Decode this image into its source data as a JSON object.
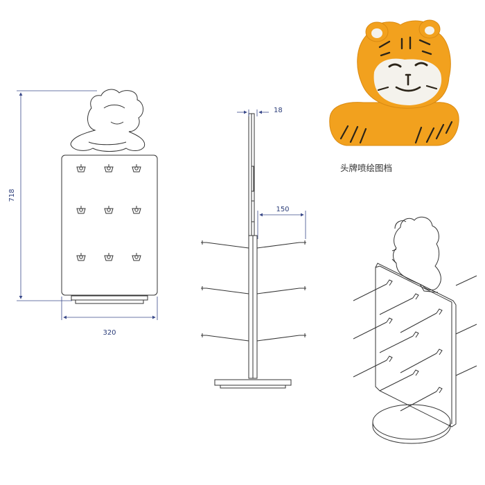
{
  "dimensions": {
    "height": "718",
    "width": "320",
    "thickness": "18",
    "hook_length": "150"
  },
  "caption": "头牌喷绘图档",
  "colors": {
    "dimension_line": "#3a4a8a",
    "outline": "#333333",
    "yarn_orange": "#f2a11e",
    "yarn_dark": "#2b2418",
    "yarn_white": "#f4f2ec"
  },
  "icons": {
    "header_sign": "tiger-head-outline",
    "photo": "knitted-tiger-finger-puppet"
  }
}
